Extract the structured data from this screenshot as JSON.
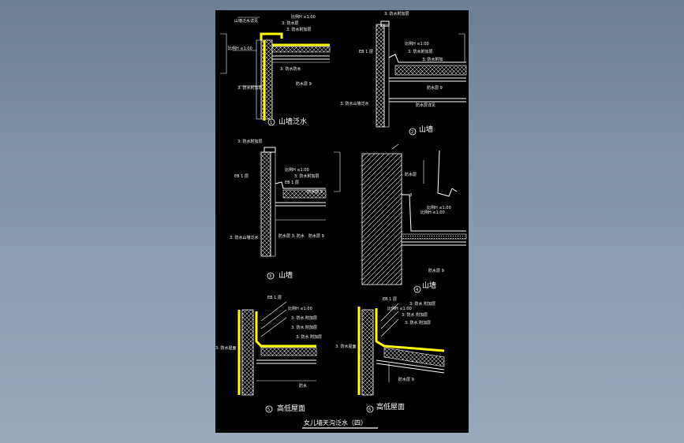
{
  "drawing_title": "女儿墙天沟泛水（四）",
  "details": [
    {
      "num": "1",
      "caption": "山墙泛水",
      "labels": [
        "山墙泛水详见",
        "3: 防水层",
        "3: 防水附加层",
        "比例H ≤1:00",
        "比例H ≤1:00",
        "3: 防水防水",
        "3: 防水附加层",
        "防水层 9"
      ]
    },
    {
      "num": "2",
      "caption": "山墙",
      "labels": [
        "3: 防水附加层",
        "EB 1 层",
        "比例H ≤1:00",
        "3: 防水附加层",
        "3: 防水附加",
        "防水层 9",
        "3: 防水山墙泛水",
        "防水层详见"
      ]
    },
    {
      "num": "3",
      "caption": "山墙",
      "labels": [
        "3: 防水附加层",
        "EB 1 层",
        "比例H ≤1:00",
        "3: 防水附加层",
        "EB 1 层",
        "防水层 9",
        "防水层 3: 防水",
        "3: 防水山墙泛水",
        "防水层 9"
      ]
    },
    {
      "num": "4",
      "caption": "山墙",
      "labels": [
        "防水层",
        "比例H ≤1:00",
        "3",
        "比例H ≤1:00",
        "防水层 9"
      ]
    },
    {
      "num": "5",
      "caption": "高低屋面",
      "labels": [
        "EB 1 层",
        "比例H ≤1:00",
        "3: 防水 附加层",
        "3: 防水 附加层",
        "3: 防水 附加层",
        "3: 防水屋面",
        "防水"
      ]
    },
    {
      "num": "6",
      "caption": "高低屋面",
      "labels": [
        "EB 1 层",
        "比例H ≤1:00",
        "3: 防水 附加层",
        "3: 防水 附加层",
        "3: 防水 附加层",
        "3: 防水屋面",
        "防水层 9"
      ]
    }
  ],
  "colors": {
    "sheet": "#000000",
    "line": "#ffffff",
    "highlight": "#ffff00",
    "background": "#8a9bb0"
  }
}
